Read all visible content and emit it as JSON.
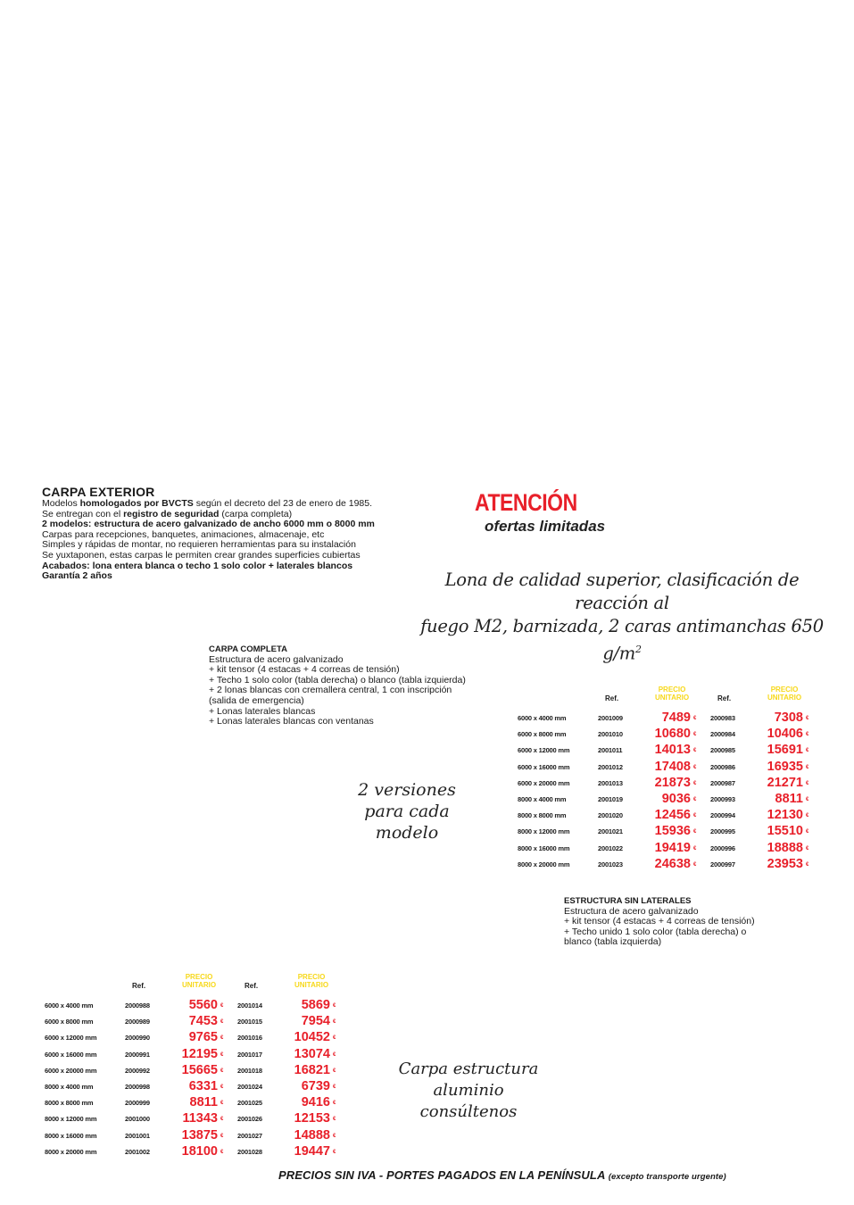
{
  "intro": {
    "title": "CARPA EXTERIOR",
    "line1_a": "Modelos ",
    "line1_b": "homologados por BVCTS",
    "line1_c": " según el decreto del 23 de enero de 1985.",
    "line2_a": "Se entregan con el ",
    "line2_b": "registro de seguridad",
    "line2_c": " (carpa completa)",
    "line3": "2 modelos: estructura de acero galvanizado de ancho 6000 mm o 8000 mm",
    "line4": "Carpas para recepciones, banquetes, animaciones, almacenaje, etc",
    "line5": "Simples y rápidas de montar, no requieren herramientas para su instalación",
    "line6": "Se yuxtaponen, estas carpas le permiten crear grandes superficies cubiertas",
    "line7": "Acabados: lona entera blanca o techo 1 solo color + laterales blancos",
    "line8": "Garantía 2 años"
  },
  "promo": {
    "attention": "ATENCIÓN",
    "offers": "ofertas limitadas"
  },
  "notes": {
    "lona_line1": "Lona de calidad superior, clasificación de reacción al",
    "lona_line2": "fuego M2, barnizada, 2 caras antimanchas 650 g/m",
    "lona_sup": "2",
    "versiones_1": "2 versiones",
    "versiones_2": "para cada",
    "versiones_3": "modelo",
    "aluminio_1": "Carpa estructura",
    "aluminio_2": "aluminio consúltenos"
  },
  "completa": {
    "title": "CARPA COMPLETA",
    "lines": [
      "Estructura de acero galvanizado",
      "+ kit tensor (4 estacas + 4 correas de tensión)",
      "+ Techo 1 solo color (tabla derecha) o blanco (tabla izquierda)",
      "+ 2 lonas blancas con cremallera central, 1 con inscripción",
      "(salida de emergencia)",
      "+ Lonas laterales blancas",
      "+ Lonas laterales blancas con ventanas"
    ]
  },
  "estructura": {
    "title": "ESTRUCTURA SIN LATERALES",
    "lines": [
      "Estructura de acero galvanizado",
      "+ kit tensor (4 estacas + 4 correas de tensión)",
      "+ Techo unido 1 solo color (tabla derecha) o",
      "blanco (tabla izquierda)"
    ]
  },
  "table_headers": {
    "ref": "Ref.",
    "precio_1": "PRECIO",
    "precio_2": "UNITARIO",
    "currency": "€"
  },
  "table_completa": [
    [
      "6000 x 4000 mm",
      "2001009",
      "7489",
      "2000983",
      "7308"
    ],
    [
      "6000 x 8000 mm",
      "2001010",
      "10680",
      "2000984",
      "10406"
    ],
    [
      "6000 x 12000 mm",
      "2001011",
      "14013",
      "2000985",
      "15691"
    ],
    [
      "6000 x 16000 mm",
      "2001012",
      "17408",
      "2000986",
      "16935"
    ],
    [
      "6000 x 20000 mm",
      "2001013",
      "21873",
      "2000987",
      "21271"
    ],
    [
      "8000 x 4000 mm",
      "2001019",
      "9036",
      "2000993",
      "8811"
    ],
    [
      "8000 x 8000 mm",
      "2001020",
      "12456",
      "2000994",
      "12130"
    ],
    [
      "8000 x 12000 mm",
      "2001021",
      "15936",
      "2000995",
      "15510"
    ],
    [
      "8000 x 16000 mm",
      "2001022",
      "19419",
      "2000996",
      "18888"
    ],
    [
      "8000 x 20000 mm",
      "2001023",
      "24638",
      "2000997",
      "23953"
    ]
  ],
  "table_estructura": [
    [
      "6000 x 4000 mm",
      "2000988",
      "5560",
      "2001014",
      "5869"
    ],
    [
      "6000 x 8000 mm",
      "2000989",
      "7453",
      "2001015",
      "7954"
    ],
    [
      "6000 x 12000 mm",
      "2000990",
      "9765",
      "2001016",
      "10452"
    ],
    [
      "6000 x 16000 mm",
      "2000991",
      "12195",
      "2001017",
      "13074"
    ],
    [
      "6000 x 20000 mm",
      "2000992",
      "15665",
      "2001018",
      "16821"
    ],
    [
      "8000 x 4000 mm",
      "2000998",
      "6331",
      "2001024",
      "6739"
    ],
    [
      "8000 x 8000 mm",
      "2000999",
      "8811",
      "2001025",
      "9416"
    ],
    [
      "8000 x 12000 mm",
      "2001000",
      "11343",
      "2001026",
      "12153"
    ],
    [
      "8000 x 16000 mm",
      "2001001",
      "13875",
      "2001027",
      "14888"
    ],
    [
      "8000 x 20000 mm",
      "2001002",
      "18100",
      "2001028",
      "19447"
    ]
  ],
  "footer": {
    "main": "PRECIOS SIN IVA - PORTES PAGADOS EN LA PENÍNSULA",
    "small": "(excepto transporte urgente)"
  }
}
